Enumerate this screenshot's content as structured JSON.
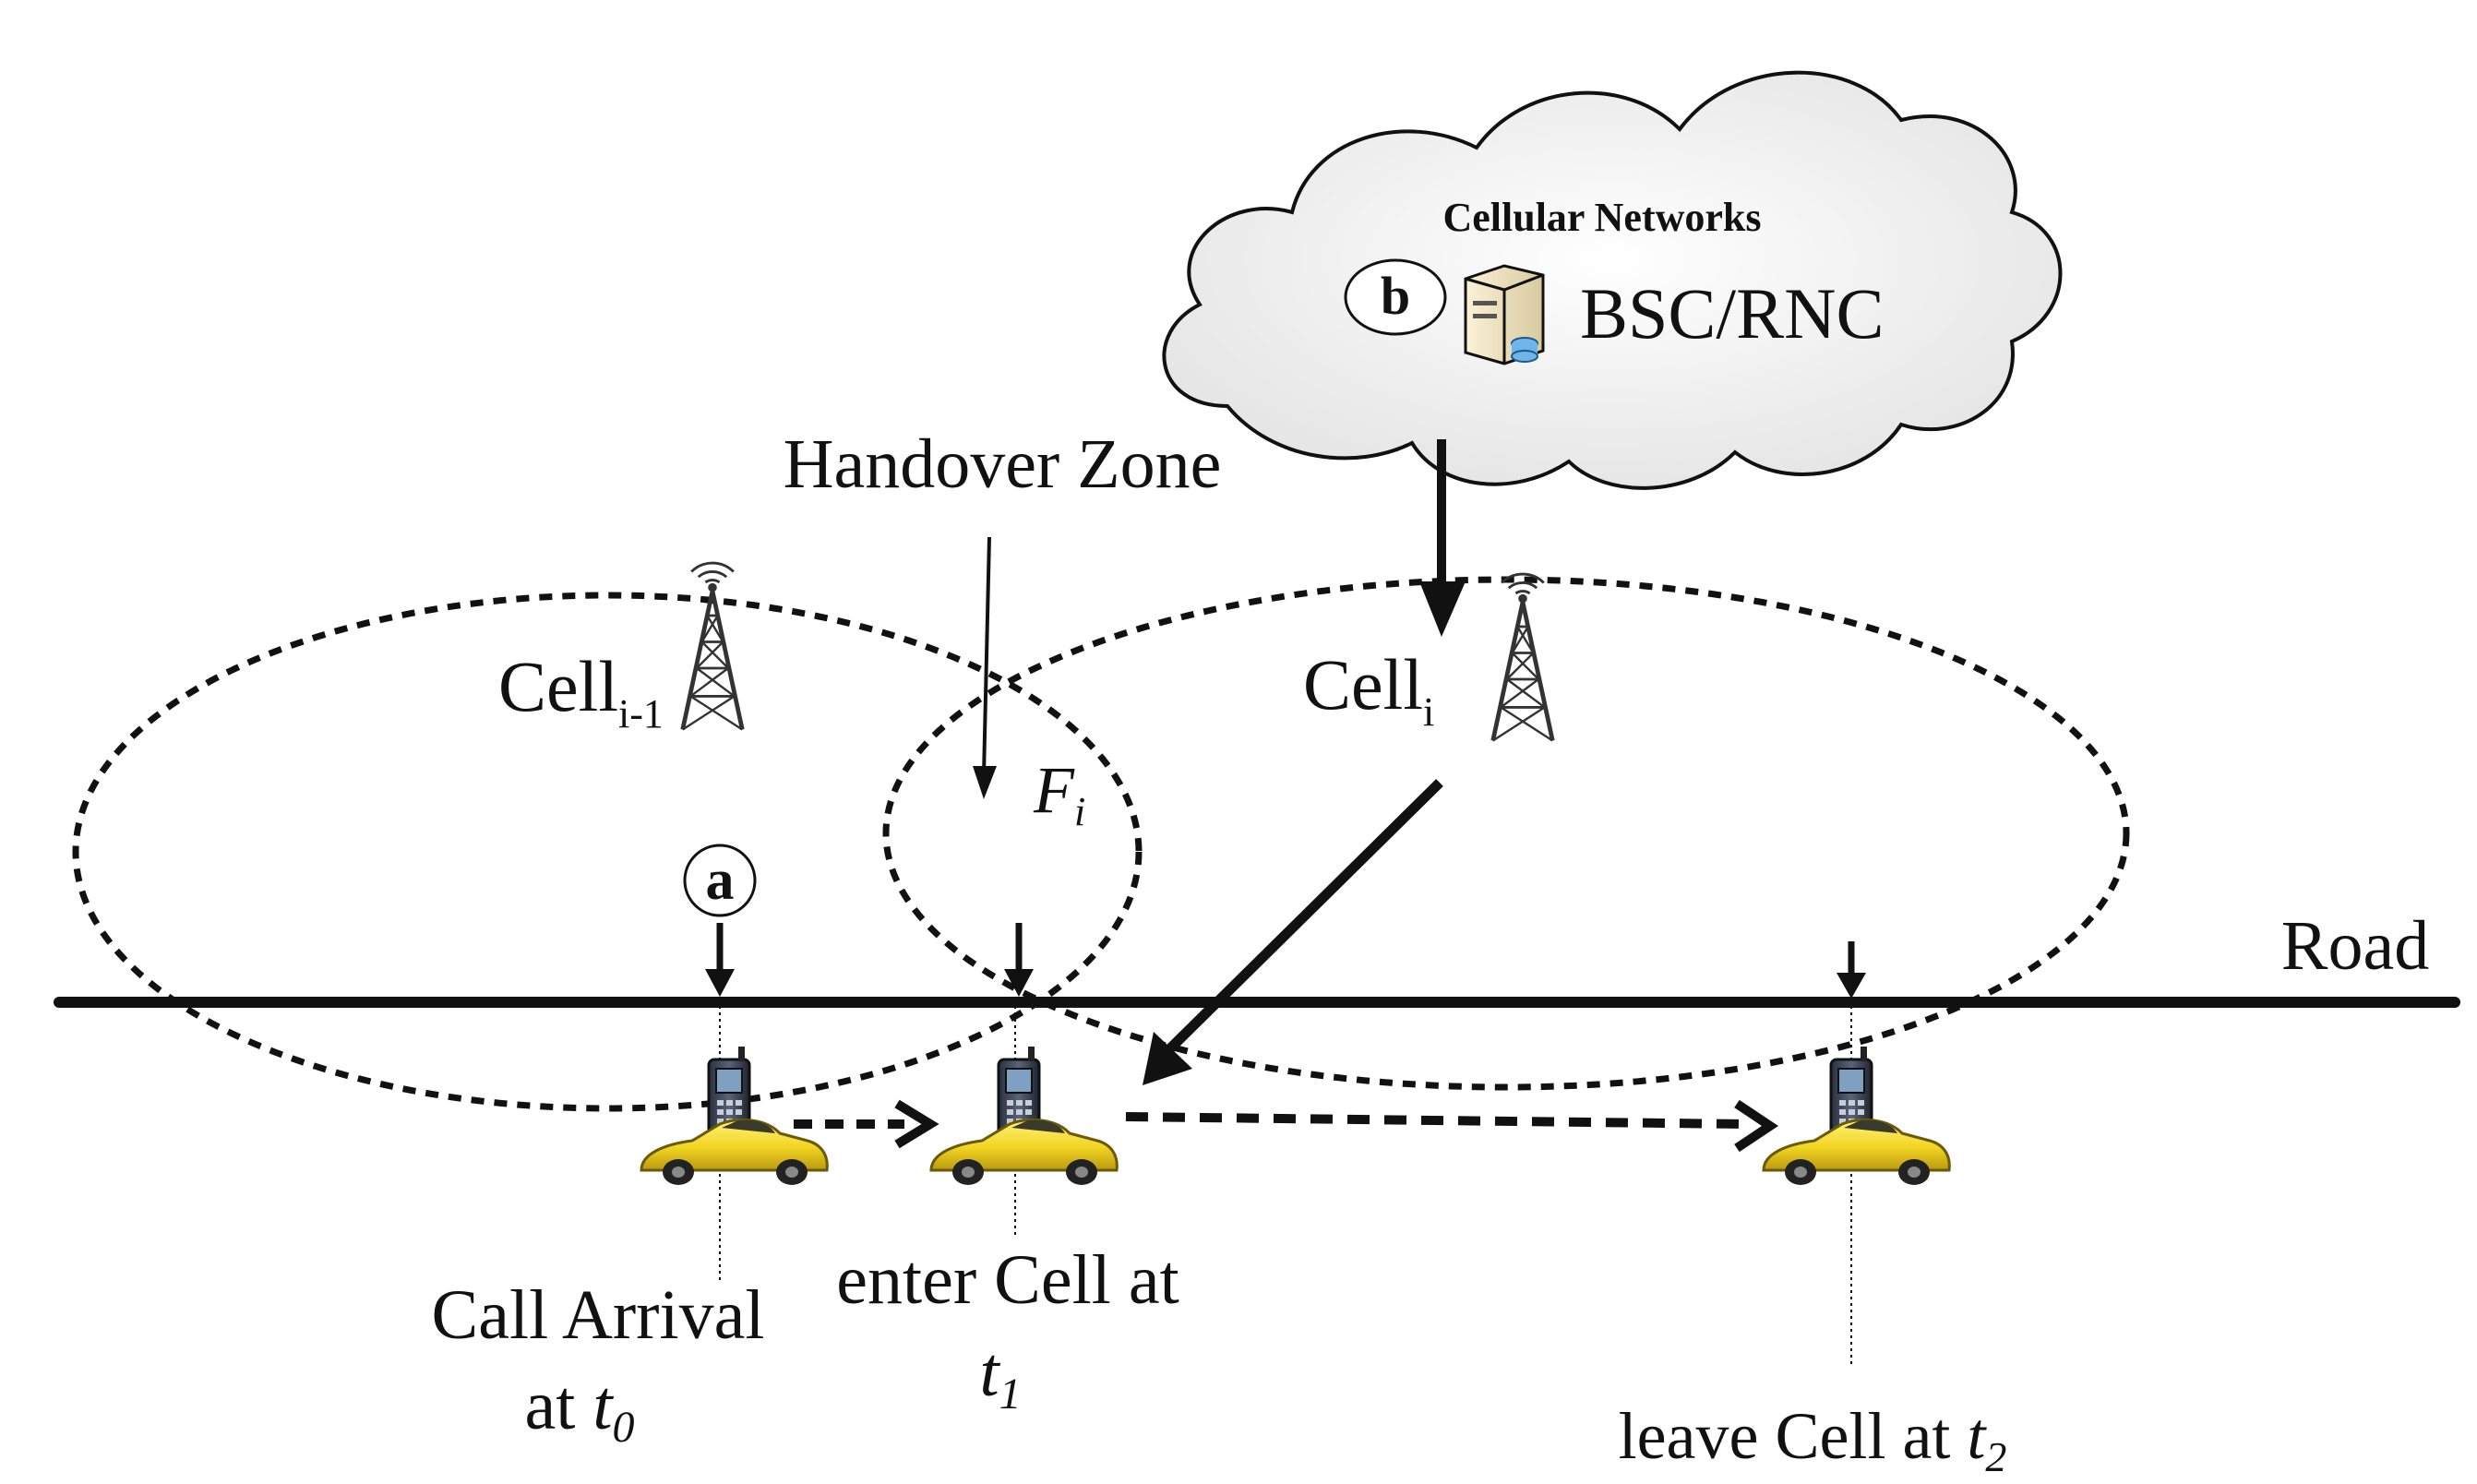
{
  "cloud": {
    "title": "Cellular Networks",
    "badge": "b",
    "controller": "BSC/RNC"
  },
  "zone_label": "Handover Zone",
  "overlap": {
    "symbol": "F",
    "sub": "i"
  },
  "cells": {
    "prev": {
      "main": "Cell",
      "sub": "i-1"
    },
    "curr": {
      "main": "Cell",
      "sub": "i"
    }
  },
  "road_label": "Road",
  "event_a": {
    "badge": "a"
  },
  "captions": {
    "arrival_l1": "Call Arrival",
    "arrival_l2_main": "at ",
    "arrival_l2_t": "t",
    "arrival_l2_sub": "0",
    "enter_l1": "enter Cell at",
    "enter_l2_t": "t",
    "enter_l2_sub": "1",
    "leave_main": "leave Cell at ",
    "leave_t": "t",
    "leave_sub": "2"
  },
  "colors": {
    "ink": "#111111",
    "car": "#f4dc2c",
    "cloud_shade": "#e6e6e6"
  },
  "icons": [
    "antenna-tower-icon",
    "server-icon",
    "phone-icon",
    "car-icon"
  ]
}
